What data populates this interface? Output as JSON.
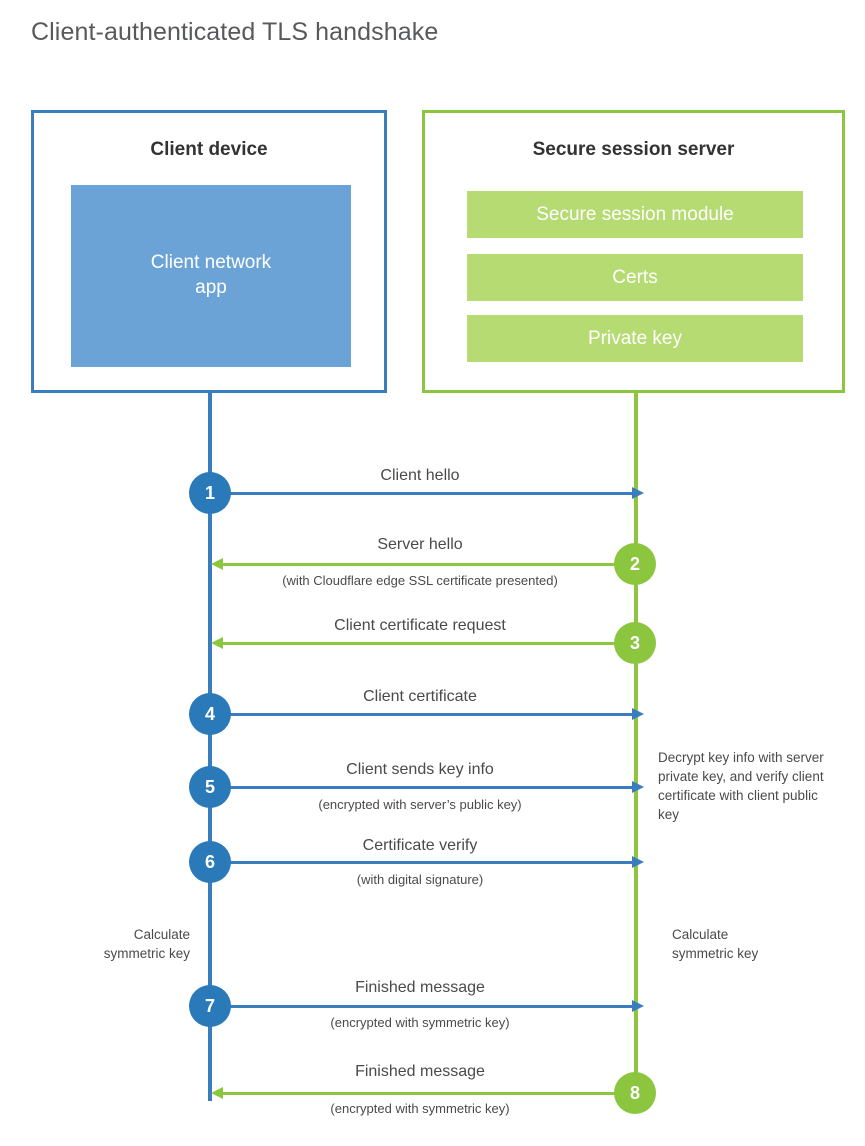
{
  "title": "Client-authenticated TLS handshake",
  "colors": {
    "client_blue": "#3a7dbf",
    "client_app_fill": "#6ba3d6",
    "step_blue": "#2a7ab9",
    "server_green": "#8cc63f",
    "server_bar_fill": "#b5db72",
    "text": "#4a4a4a",
    "title_text": "#58595b"
  },
  "client": {
    "title": "Client device",
    "app_label": "Client network\napp",
    "app_label_line1": "Client network",
    "app_label_line2": "app",
    "note": {
      "line1": "Calculate",
      "line2": "symmetric key"
    }
  },
  "server": {
    "title": "Secure session server",
    "components": [
      {
        "label": "Secure session module"
      },
      {
        "label": "Certs"
      },
      {
        "label": "Private key"
      }
    ],
    "decrypt_note": "Decrypt key info with server private key, and verify client certificate with client public key",
    "note": {
      "line1": "Calculate",
      "line2": "symmetric key"
    }
  },
  "steps": [
    {
      "number": "1",
      "label": "Client hello",
      "sublabel": "",
      "direction": "client-to-server",
      "color": "blue"
    },
    {
      "number": "2",
      "label": "Server hello",
      "sublabel": "(with Cloudflare edge SSL certificate presented)",
      "direction": "server-to-client",
      "color": "green"
    },
    {
      "number": "3",
      "label": "Client certificate request",
      "sublabel": "",
      "direction": "server-to-client",
      "color": "green"
    },
    {
      "number": "4",
      "label": "Client certificate",
      "sublabel": "",
      "direction": "client-to-server",
      "color": "blue"
    },
    {
      "number": "5",
      "label": "Client sends key info",
      "sublabel": "(encrypted with server’s public key)",
      "direction": "client-to-server",
      "color": "blue"
    },
    {
      "number": "6",
      "label": "Certificate verify",
      "sublabel": "(with digital signature)",
      "direction": "client-to-server",
      "color": "blue"
    },
    {
      "number": "7",
      "label": "Finished message",
      "sublabel": "(encrypted with symmetric key)",
      "direction": "client-to-server",
      "color": "blue"
    },
    {
      "number": "8",
      "label": "Finished message",
      "sublabel": "(encrypted with symmetric key)",
      "direction": "server-to-client",
      "color": "green"
    }
  ]
}
